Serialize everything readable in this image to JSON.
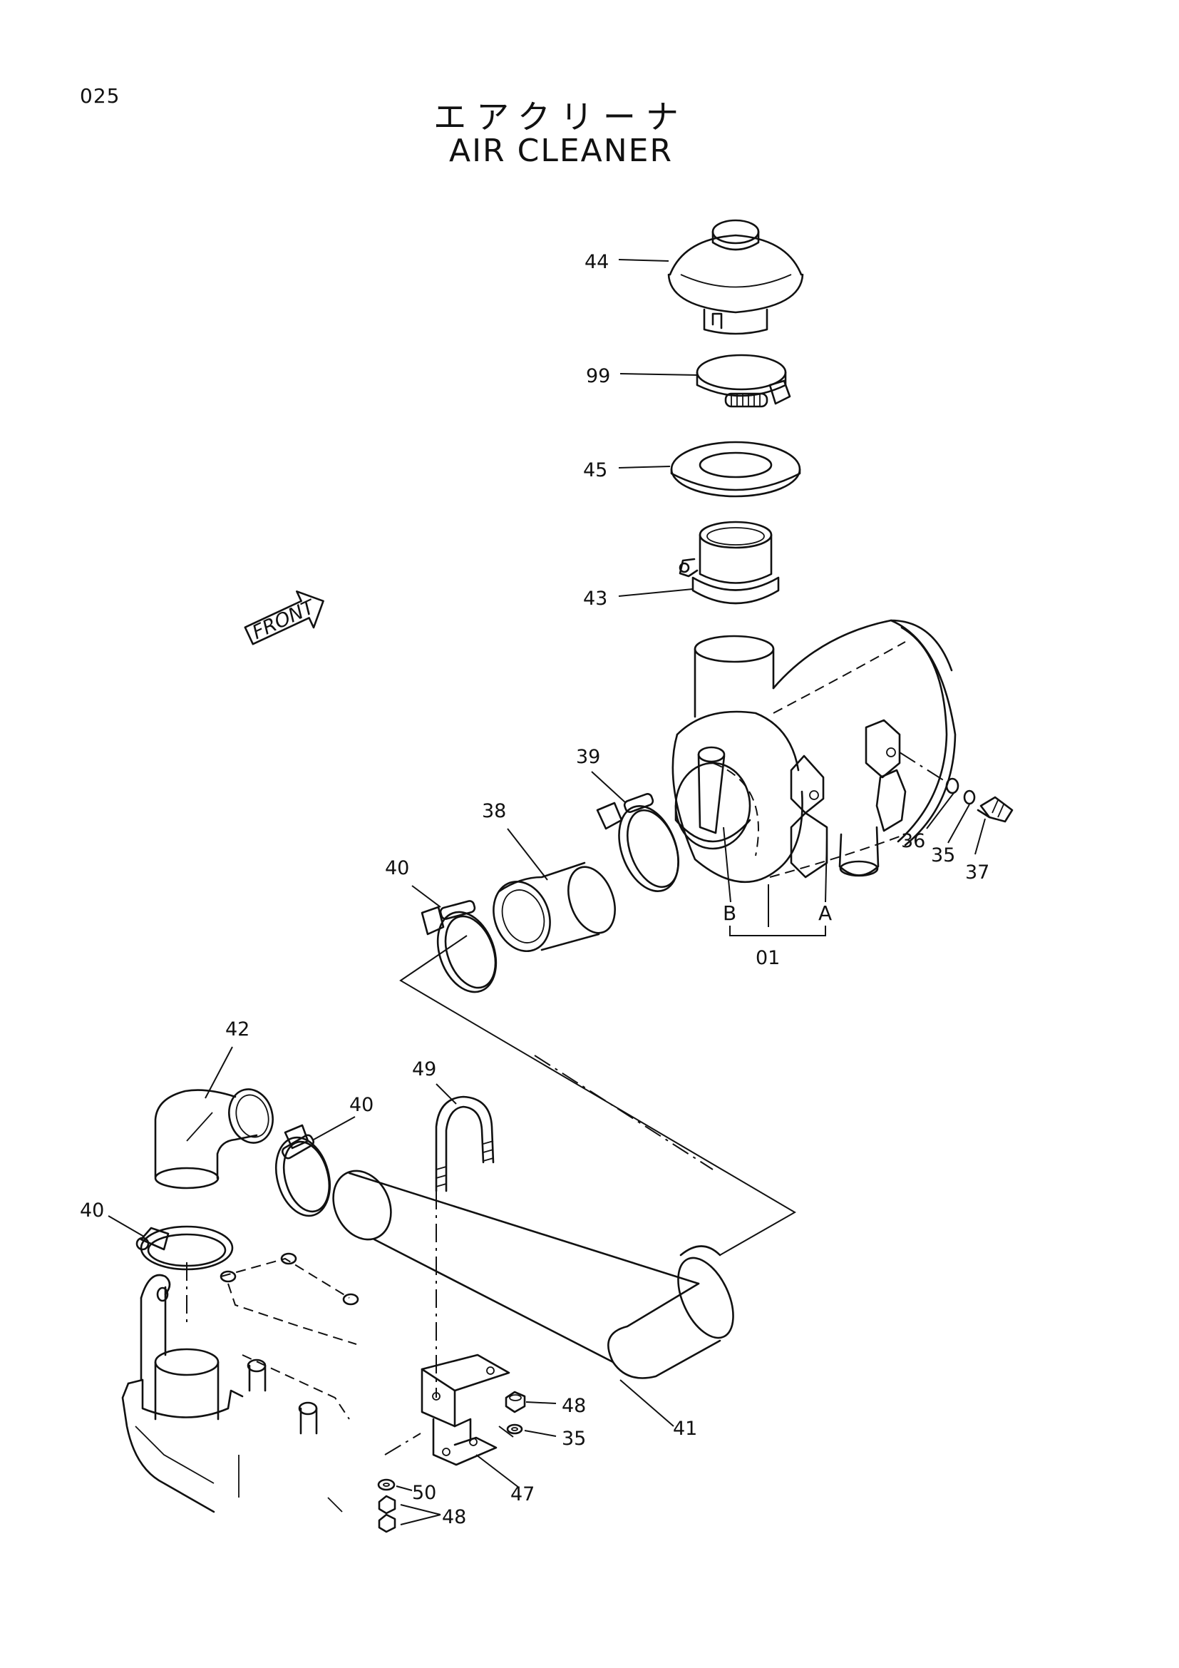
{
  "page_number": "025",
  "title_jp": "エアクリーナ",
  "title_en": "AIR CLEANER",
  "front_label": "FRONT",
  "callouts": {
    "c44": "44",
    "c99": "99",
    "c45": "45",
    "c43": "43",
    "c39": "39",
    "c38": "38",
    "c40a": "40",
    "c40b": "40",
    "c40c": "40",
    "c36": "36",
    "c35a": "35",
    "c37": "37",
    "c01": "01",
    "cA": "A",
    "cB": "B",
    "c42": "42",
    "c49": "49",
    "c41": "41",
    "c48a": "48",
    "c35b": "35",
    "c47": "47",
    "c50": "50",
    "c48b": "48"
  }
}
